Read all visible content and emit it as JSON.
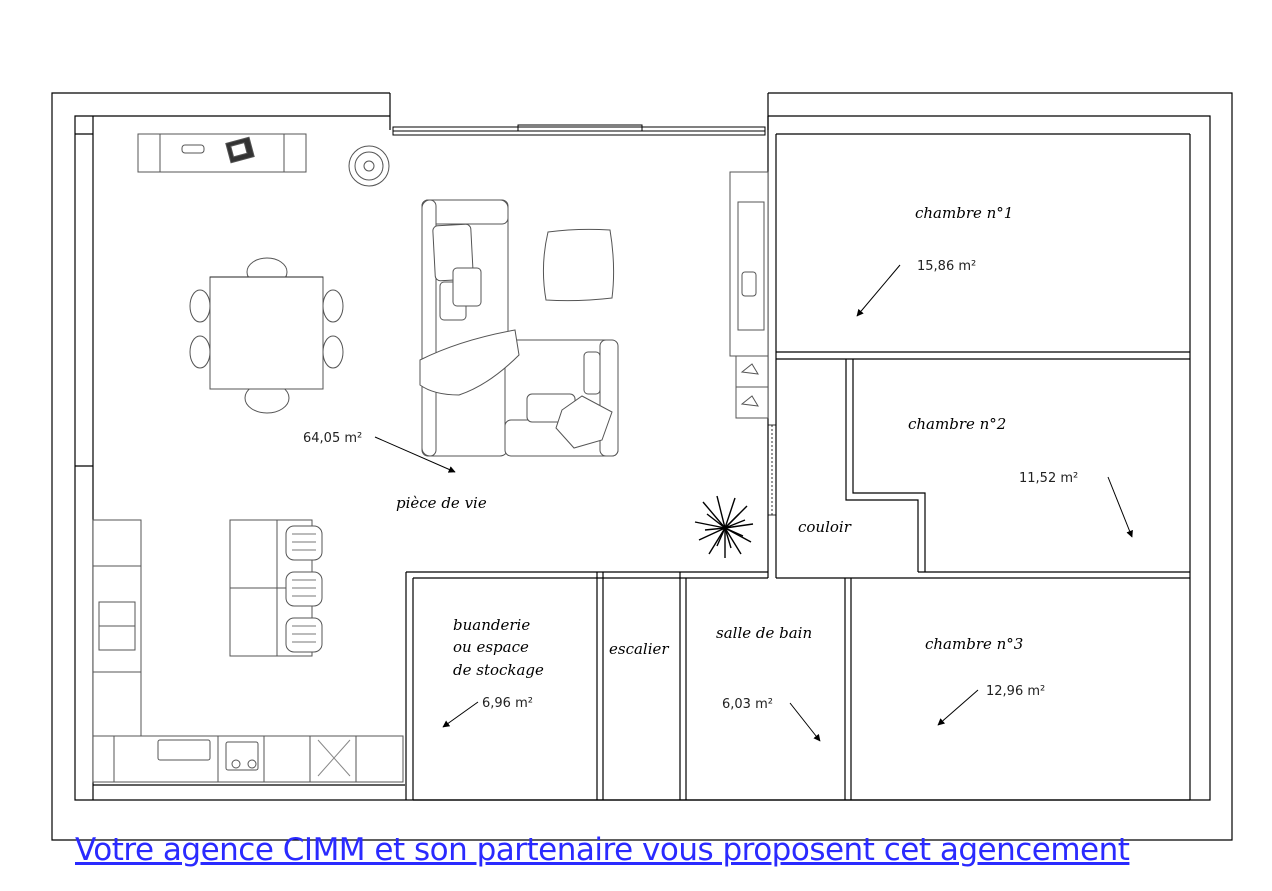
{
  "rooms": {
    "chambre1": {
      "name": "chambre n°1",
      "area": "15,86 m²"
    },
    "chambre2": {
      "name": "chambre n°2",
      "area": "11,52 m²"
    },
    "chambre3": {
      "name": "chambre n°3",
      "area": "12,96 m²"
    },
    "couloir": {
      "name": "couloir"
    },
    "piece_de_vie": {
      "name": "pièce de vie",
      "area": "64,05 m²"
    },
    "buanderie": {
      "name_line1": "buanderie",
      "name_line2": "ou espace",
      "name_line3": "de stockage",
      "area": "6,96 m²"
    },
    "escalier": {
      "name": "escalier"
    },
    "salle_de_bain": {
      "name": "salle de bain",
      "area": "6,03 m²"
    }
  },
  "caption": "Votre agence CIMM et son partenaire vous proposent cet agencement",
  "colors": {
    "line": "#000000",
    "furniture": "#555555",
    "caption": "#2a2aff"
  }
}
